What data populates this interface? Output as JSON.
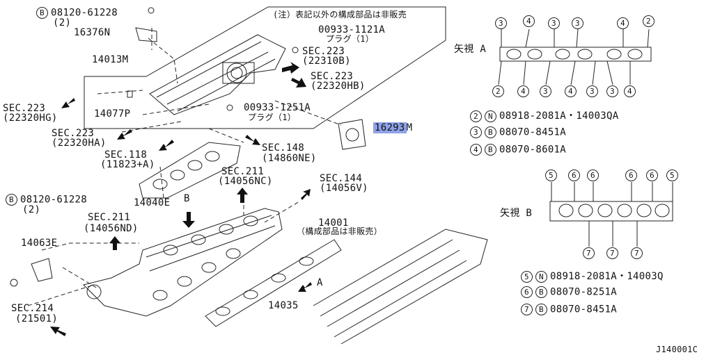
{
  "top_bolt": {
    "circle": "B",
    "part": "08120-61228",
    "qty": "(2)"
  },
  "p16376n": "16376N",
  "note_top": "(注）表記以外の構成部品は非販売",
  "plug1": {
    "part": "00933-1121A",
    "label": "プラグ（1）"
  },
  "p14013m": "14013M",
  "sec223a": {
    "sec": "SEC.223",
    "ref": "(22310B)"
  },
  "sec223b": {
    "sec": "SEC.223",
    "ref": "(22320HB)"
  },
  "sec223c": {
    "sec": "SEC.223",
    "ref": "(22320HG)"
  },
  "sec223d": {
    "sec": "SEC.223",
    "ref": "(22320HA)"
  },
  "p14077p": "14077P",
  "plug2": {
    "part": "00933-1251A",
    "label": "プラグ（1）"
  },
  "p16293m_a": "16293",
  "p16293m_b": "M",
  "sec118": {
    "sec": "SEC.118",
    "ref": "(11823+A)"
  },
  "sec148": {
    "sec": "SEC.148",
    "ref": "(14860NE)"
  },
  "sec211a": {
    "sec": "SEC.211",
    "ref": "(14056NC)"
  },
  "sec144": {
    "sec": "SEC.144",
    "ref": "(14056V)"
  },
  "p14040e": "14040E",
  "mid_bolt": {
    "circle": "B",
    "part": "08120-61228",
    "qty": "(2)"
  },
  "label_b": "B",
  "sec211b": {
    "sec": "SEC.211",
    "ref": "(14056ND)"
  },
  "p14001": "14001",
  "note_14001": "（構成部品は非販売）",
  "p14063e": "14063E",
  "label_a": "A",
  "p14035": "14035",
  "sec214": {
    "sec": "SEC.214",
    "ref": "(21501)"
  },
  "view_a": {
    "title": "矢視 A",
    "top_nums": [
      "3",
      "4",
      "3",
      "3",
      "4",
      "2"
    ],
    "bottom_nums": [
      "2",
      "4",
      "3",
      "4",
      "3",
      "3",
      "4"
    ]
  },
  "legend_a": [
    {
      "num": "2",
      "circle": "N",
      "part": "08918-2081A・14003QA"
    },
    {
      "num": "3",
      "circle": "B",
      "part": "08070-8451A"
    },
    {
      "num": "4",
      "circle": "B",
      "part": "08070-8601A"
    }
  ],
  "view_b": {
    "title": "矢視 B",
    "top_nums": [
      "5",
      "6",
      "6",
      "6",
      "6",
      "5"
    ],
    "bottom_nums": [
      "7",
      "7",
      "7"
    ]
  },
  "legend_b": [
    {
      "num": "5",
      "circle": "N",
      "part": "08918-2081A・14003Q"
    },
    {
      "num": "6",
      "circle": "B",
      "part": "08070-8251A"
    },
    {
      "num": "7",
      "circle": "B",
      "part": "08070-8451A"
    }
  ],
  "diagram_id": "J140001C"
}
